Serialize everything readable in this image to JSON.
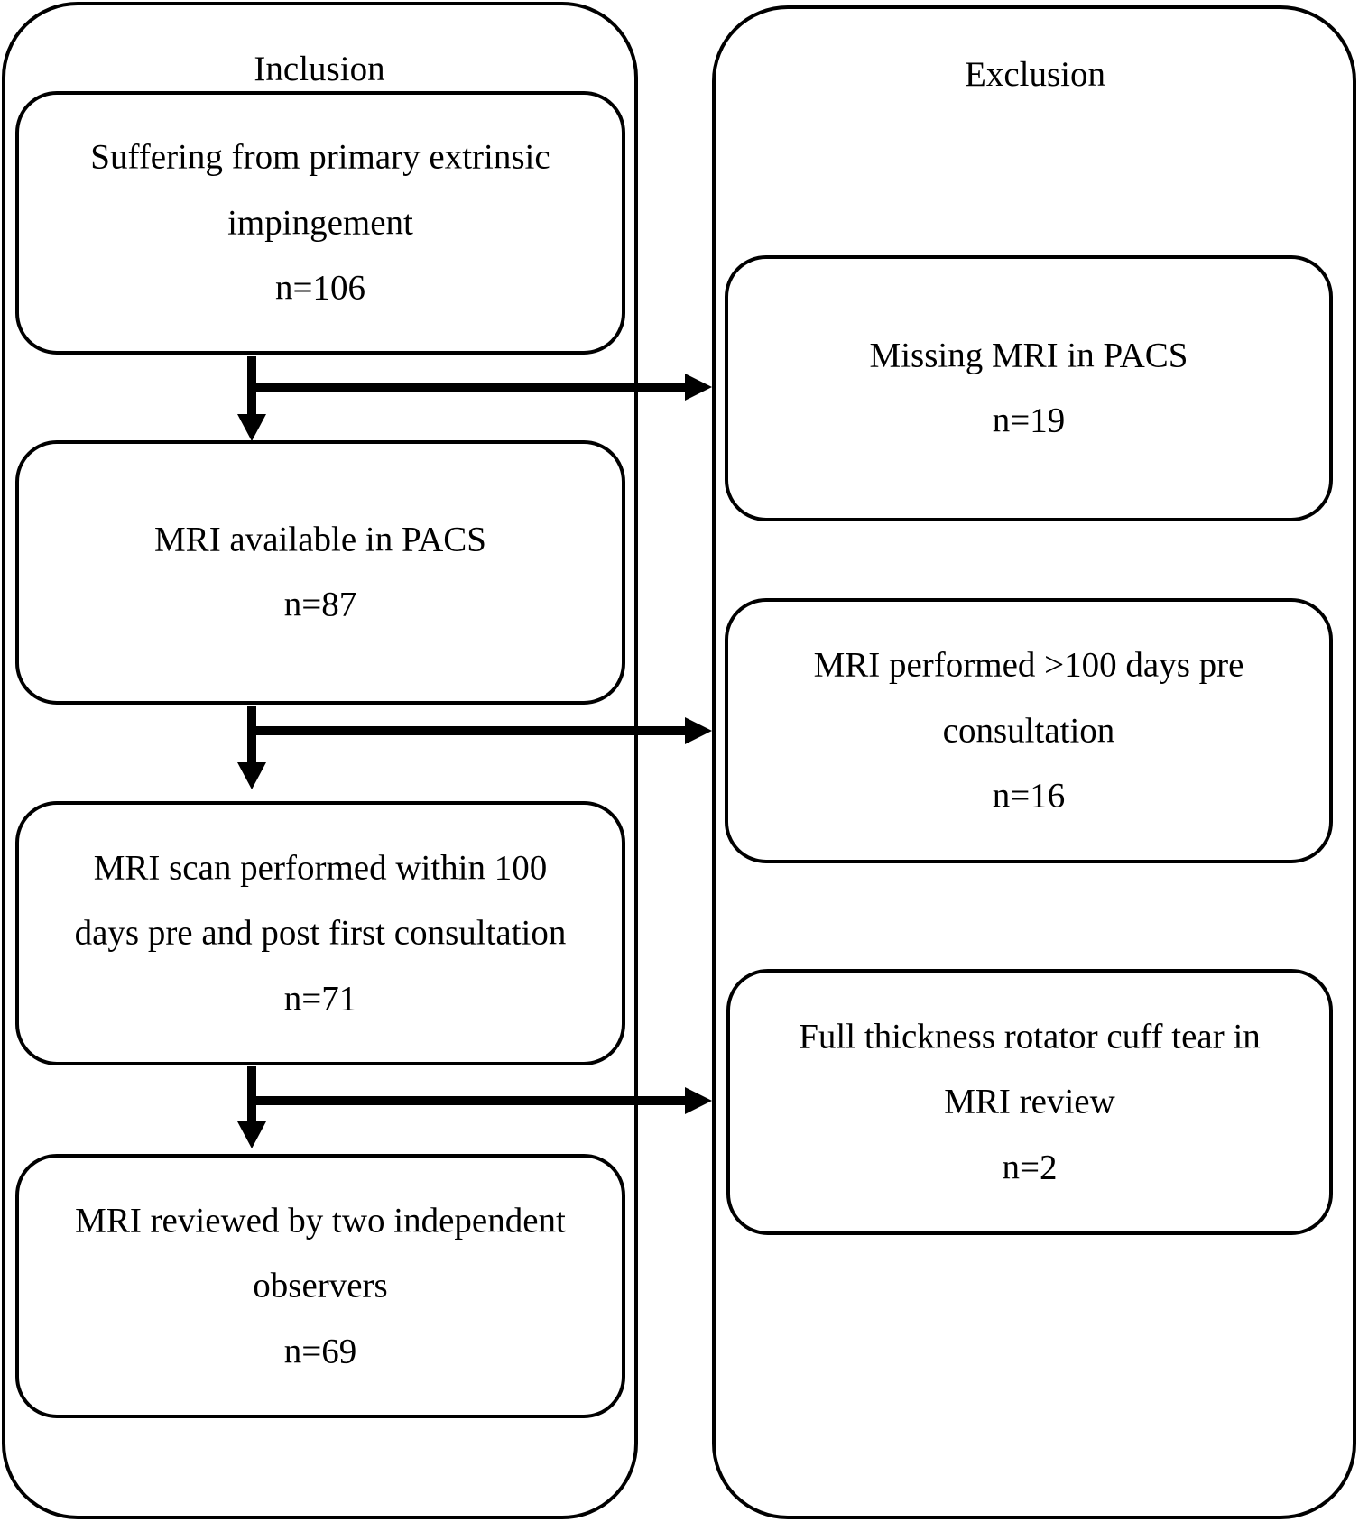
{
  "columns": {
    "inclusion_title": "Inclusion",
    "exclusion_title": "Exclusion"
  },
  "inclusion": [
    {
      "lines": [
        "Suffering from primary extrinsic",
        "impingement",
        "n=106"
      ]
    },
    {
      "lines": [
        "MRI available in PACS",
        "n=87"
      ]
    },
    {
      "lines": [
        "MRI scan performed within 100",
        "days pre and post first consultation",
        "n=71"
      ]
    },
    {
      "lines": [
        "MRI reviewed by two independent",
        "observers",
        "n=69"
      ]
    }
  ],
  "exclusion": [
    {
      "lines": [
        "Missing MRI in PACS",
        "n=19"
      ]
    },
    {
      "lines": [
        "MRI performed >100 days pre",
        "consultation",
        "n=16"
      ]
    },
    {
      "lines": [
        "Full thickness rotator cuff tear in",
        "MRI review",
        "n=2"
      ]
    }
  ]
}
